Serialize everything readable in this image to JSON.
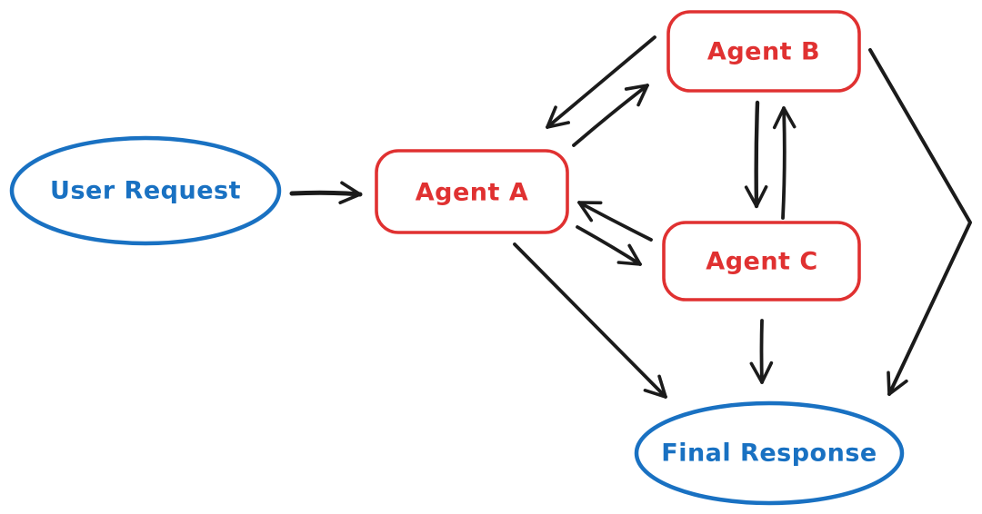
{
  "colors": {
    "blue": "#1971c2",
    "red": "#e03131",
    "black": "#1b1b1b",
    "background": "#ffffff"
  },
  "diagram": {
    "type": "flowchart",
    "style": "hand-drawn",
    "nodes": [
      {
        "id": "user-request",
        "label": "User Request",
        "shape": "ellipse",
        "color": "blue"
      },
      {
        "id": "agent-a",
        "label": "Agent A",
        "shape": "rounded-rectangle",
        "color": "red"
      },
      {
        "id": "agent-b",
        "label": "Agent B",
        "shape": "rounded-rectangle",
        "color": "red"
      },
      {
        "id": "agent-c",
        "label": "Agent C",
        "shape": "rounded-rectangle",
        "color": "red"
      },
      {
        "id": "final-response",
        "label": "Final Response",
        "shape": "ellipse",
        "color": "blue"
      }
    ],
    "edges": [
      {
        "from": "user-request",
        "to": "agent-a",
        "style": "straight"
      },
      {
        "from": "agent-a",
        "to": "agent-b",
        "style": "straight"
      },
      {
        "from": "agent-b",
        "to": "agent-a",
        "style": "straight"
      },
      {
        "from": "agent-b",
        "to": "agent-c",
        "style": "straight"
      },
      {
        "from": "agent-c",
        "to": "agent-b",
        "style": "straight"
      },
      {
        "from": "agent-a",
        "to": "agent-c",
        "style": "straight"
      },
      {
        "from": "agent-c",
        "to": "agent-a",
        "style": "straight"
      },
      {
        "from": "agent-a",
        "to": "final-response",
        "style": "straight"
      },
      {
        "from": "agent-c",
        "to": "final-response",
        "style": "straight"
      },
      {
        "from": "agent-b",
        "to": "final-response",
        "style": "elbow"
      }
    ]
  }
}
